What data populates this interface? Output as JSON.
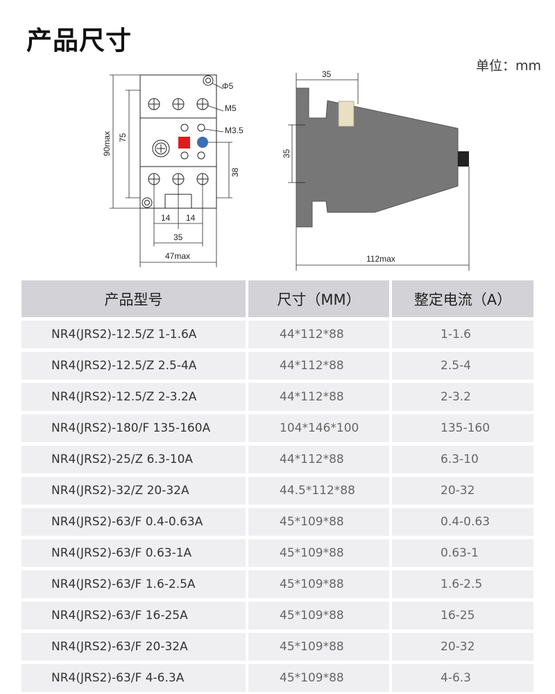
{
  "title": "产品尺寸",
  "unit": "单位：mm",
  "drawing_front": {
    "dim_phi5": "Φ5",
    "dim_m5": "M5",
    "dim_m35": "M3.5",
    "dim_90max": "90max",
    "dim_75": "75",
    "dim_38": "38",
    "dim_14a": "14",
    "dim_14b": "14",
    "dim_35": "35",
    "dim_47max": "47max"
  },
  "drawing_side": {
    "dim_35_top": "35",
    "dim_35_left": "35",
    "dim_112max": "112max"
  },
  "table": {
    "headers": [
      "产品型号",
      "尺寸（MM）",
      "整定电流（A）"
    ],
    "rows": [
      [
        "NR4(JRS2)-12.5/Z 1-1.6A",
        "44*112*88",
        "1-1.6"
      ],
      [
        "NR4(JRS2)-12.5/Z 2.5-4A",
        "44*112*88",
        "2.5-4"
      ],
      [
        "NR4(JRS2)-12.5/Z 2-3.2A",
        "44*112*88",
        "2-3.2"
      ],
      [
        "NR4(JRS2)-180/F 135-160A",
        "104*146*100",
        "135-160"
      ],
      [
        "NR4(JRS2)-25/Z 6.3-10A",
        "44*112*88",
        "6.3-10"
      ],
      [
        "NR4(JRS2)-32/Z 20-32A",
        "44.5*112*88",
        "20-32"
      ],
      [
        "NR4(JRS2)-63/F 0.4-0.63A",
        "45*109*88",
        "0.4-0.63"
      ],
      [
        "NR4(JRS2)-63/F 0.63-1A",
        "45*109*88",
        "0.63-1"
      ],
      [
        "NR4(JRS2)-63/F 1.6-2.5A",
        "45*109*88",
        "1.6-2.5"
      ],
      [
        "NR4(JRS2)-63/F 16-25A",
        "45*109*88",
        "16-25"
      ],
      [
        "NR4(JRS2)-63/F 20-32A",
        "45*109*88",
        "20-32"
      ],
      [
        "NR4(JRS2)-63/F 4-6.3A",
        "45*109*88",
        "4-6.3"
      ]
    ]
  },
  "colors": {
    "header_bg": "#d3d3d7",
    "row_bg": "#efeff1",
    "body_gray": "#777777",
    "red_button": "#e01b1b",
    "blue_button": "#3a6fb0"
  }
}
